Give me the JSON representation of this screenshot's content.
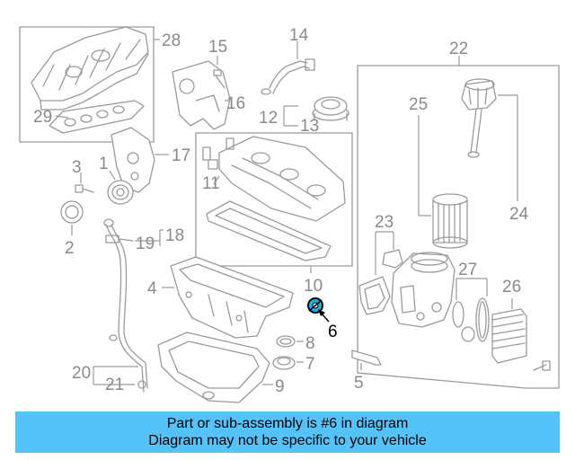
{
  "diagram": {
    "callouts": {
      "c1": "1",
      "c2": "2",
      "c3": "3",
      "c4": "4",
      "c5": "5",
      "c6": "6",
      "c7": "7",
      "c8": "8",
      "c9": "9",
      "c10": "10",
      "c11": "11",
      "c12": "12",
      "c13": "13",
      "c14": "14",
      "c15": "15",
      "c16": "16",
      "c17": "17",
      "c18": "18",
      "c19": "19",
      "c20": "20",
      "c21": "21",
      "c22": "22",
      "c23": "23",
      "c24": "24",
      "c25": "25",
      "c26": "26",
      "c27": "27",
      "c28": "28",
      "c29": "29"
    },
    "highlighted_part": "6",
    "colors": {
      "line": "#9a9a9a",
      "highlight_fill": "#1ab3e6",
      "banner": "#55c3f7"
    }
  },
  "banner": {
    "line1": "Part or sub-assembly is #6 in diagram",
    "line2": "Diagram may not be specific to your vehicle"
  }
}
